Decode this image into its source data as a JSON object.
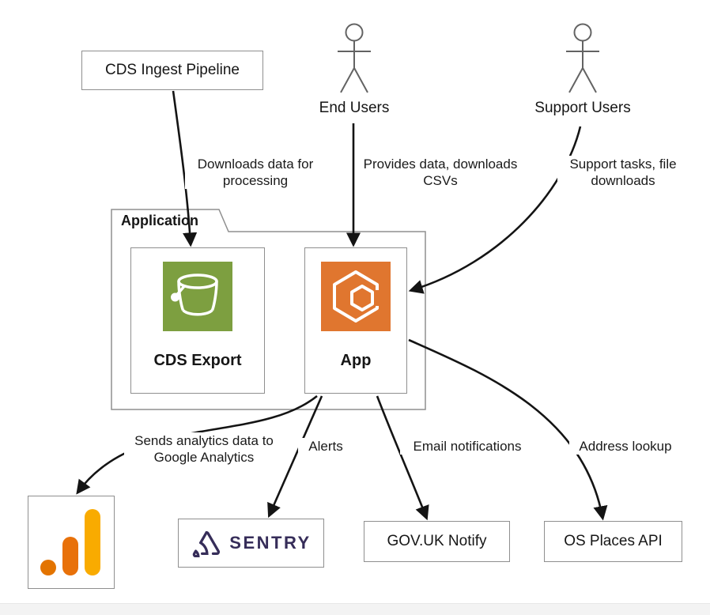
{
  "diagram": {
    "nodes": {
      "cds_ingest_pipeline": {
        "label": "CDS Ingest Pipeline"
      },
      "end_users": {
        "label": "End Users"
      },
      "support_users": {
        "label": "Support Users"
      },
      "application": {
        "label": "Application"
      },
      "cds_export": {
        "label": "CDS Export",
        "icon": "aws-s3-bucket-icon",
        "icon_bg": "#7d9f40"
      },
      "app": {
        "label": "App",
        "icon": "aws-ecs-container-icon",
        "icon_bg": "#e0762f"
      },
      "google_analytics": {
        "icon": "google-analytics-icon",
        "dot_color": "#e37400",
        "mid_bar_color": "#e8710a",
        "tall_bar_color": "#f9ab00"
      },
      "sentry": {
        "label": "SENTRY",
        "brand_color": "#362d59",
        "icon": "sentry-logo-icon"
      },
      "govuk_notify": {
        "label": "GOV.UK Notify"
      },
      "os_places_api": {
        "label": "OS Places API"
      }
    },
    "edges": {
      "ingest_to_export": {
        "label": "Downloads data for processing"
      },
      "end_users_to_app": {
        "label": "Provides data, downloads CSVs"
      },
      "support_users_to_app": {
        "label": "Support tasks, file downloads"
      },
      "app_to_google_analytics": {
        "label": "Sends analytics data to Google Analytics"
      },
      "app_to_sentry": {
        "label": "Alerts"
      },
      "app_to_govuk_notify": {
        "label": "Email notifications"
      },
      "app_to_os_places": {
        "label": "Address lookup"
      }
    }
  }
}
